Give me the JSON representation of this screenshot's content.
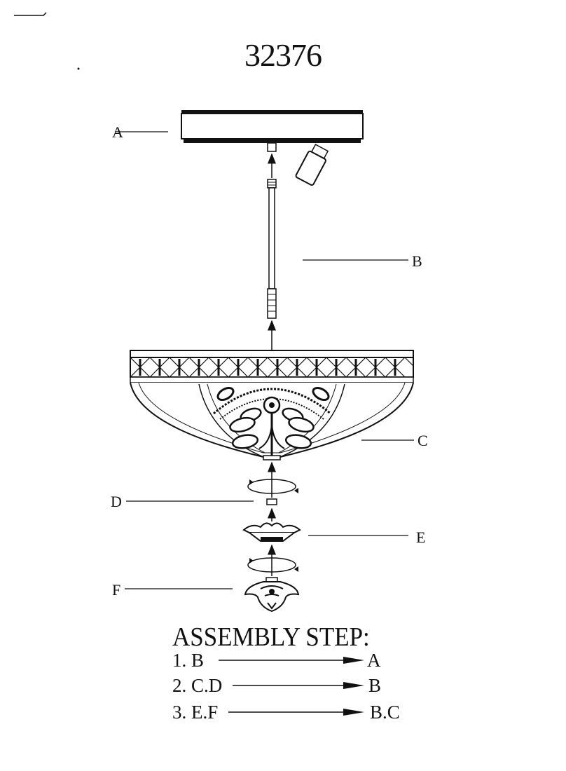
{
  "title": "32376",
  "parts": {
    "a": "A",
    "b": "B",
    "c": "C",
    "d": "D",
    "e": "E",
    "f": "F"
  },
  "assembly": {
    "heading": "ASSEMBLY STEP:",
    "steps": [
      {
        "from": "1. B",
        "to": "A"
      },
      {
        "from": "2. C.D",
        "to": "B"
      },
      {
        "from": "3. E.F",
        "to": "B.C"
      }
    ]
  }
}
